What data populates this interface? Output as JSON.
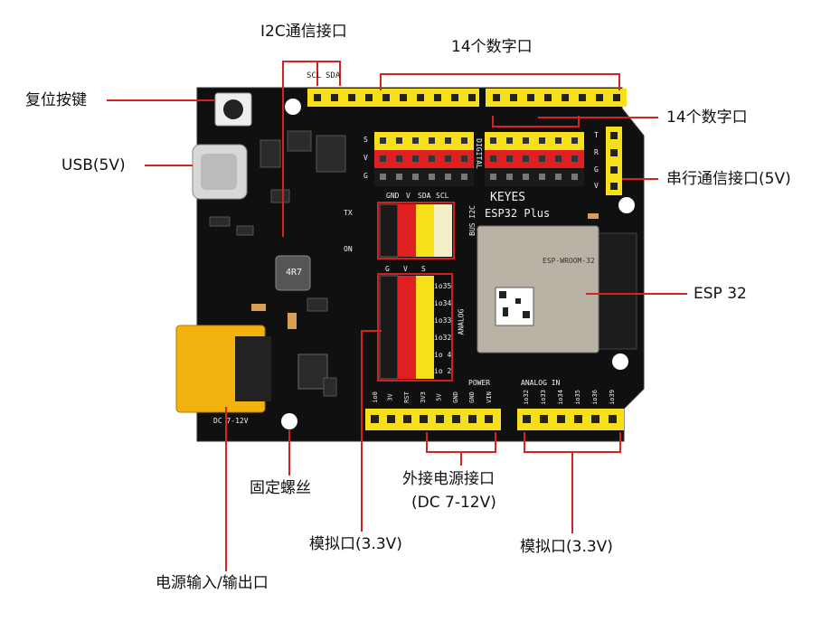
{
  "callouts": {
    "i2c": "I2C通信接口",
    "digital_top": "14个数字口",
    "digital_right": "14个数字口",
    "reset": "复位按键",
    "usb": "USB(5V)",
    "serial": "串行通信接口(5V)",
    "esp32": "ESP 32",
    "screw": "固定螺丝",
    "power_ext_line1": "外接电源接口",
    "power_ext_line2": "(DC 7-12V)",
    "analog_left": "模拟口(3.3V)",
    "analog_right": "模拟口(3.3V)",
    "power_io": "电源输入/输出口"
  },
  "silkscreen": {
    "scl": "SCL",
    "sda": "SDA",
    "brand": "KEYES",
    "model": "ESP32 Plus",
    "bus_i2c": "BUS I2C",
    "i2c_header": [
      "GND",
      "V",
      "SDA",
      "SCL"
    ],
    "gvs": [
      "G",
      "V",
      "S"
    ],
    "analog_pins": [
      "io35",
      "io34",
      "io33",
      "io32",
      "io 4",
      "io 2"
    ],
    "analog_word": "ANALOG",
    "digital_word": "DIGITAL",
    "power_word": "POWER",
    "analog_in_word": "ANALOG IN",
    "dc": "DC 7-12V",
    "inductor": "4R7",
    "on": "ON",
    "tx": "TX",
    "svg_rows": [
      "S",
      "V",
      "G"
    ],
    "serial_pins": [
      "T",
      "R",
      "G",
      "V"
    ],
    "power_pins": [
      "io0",
      "3V",
      "RST",
      "3V3",
      "5V",
      "GND",
      "GND",
      "VIN"
    ],
    "analog_in_pins": [
      "io32",
      "io33",
      "io34",
      "io35",
      "io36",
      "io39"
    ],
    "module_text": "ESP-WROOM-32"
  }
}
